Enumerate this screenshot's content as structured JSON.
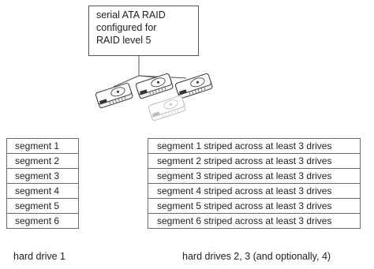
{
  "raid_box": {
    "lines": [
      "serial ATA RAID",
      "configured for",
      "RAID level 5"
    ]
  },
  "drive_icons": [
    {
      "name": "hard-drive-1-icon",
      "optional": false
    },
    {
      "name": "hard-drive-2-icon",
      "optional": false
    },
    {
      "name": "hard-drive-3-icon",
      "optional": false
    },
    {
      "name": "hard-drive-4-optional-icon",
      "optional": true
    }
  ],
  "hard_drive_1": {
    "segments": [
      "segment 1",
      "segment 2",
      "segment 3",
      "segment 4",
      "segment 5",
      "segment 6"
    ],
    "caption": "hard drive 1"
  },
  "hard_drives_2_3": {
    "segments": [
      "segment 1 striped across at least 3 drives",
      "segment 2 striped across at least 3 drives",
      "segment 3 striped across at least 3 drives",
      "segment 4 striped across at least 3 drives",
      "segment 5 striped across at least 3 drives",
      "segment 6 striped across at least 3 drives"
    ],
    "caption": "hard drives 2, 3 (and optionally, 4)"
  },
  "colors": {
    "line": "#555555",
    "drive_outline": "#333333",
    "drive_fill": "#f2f2f2",
    "optional_drive_outline": "#bdbdbd"
  }
}
